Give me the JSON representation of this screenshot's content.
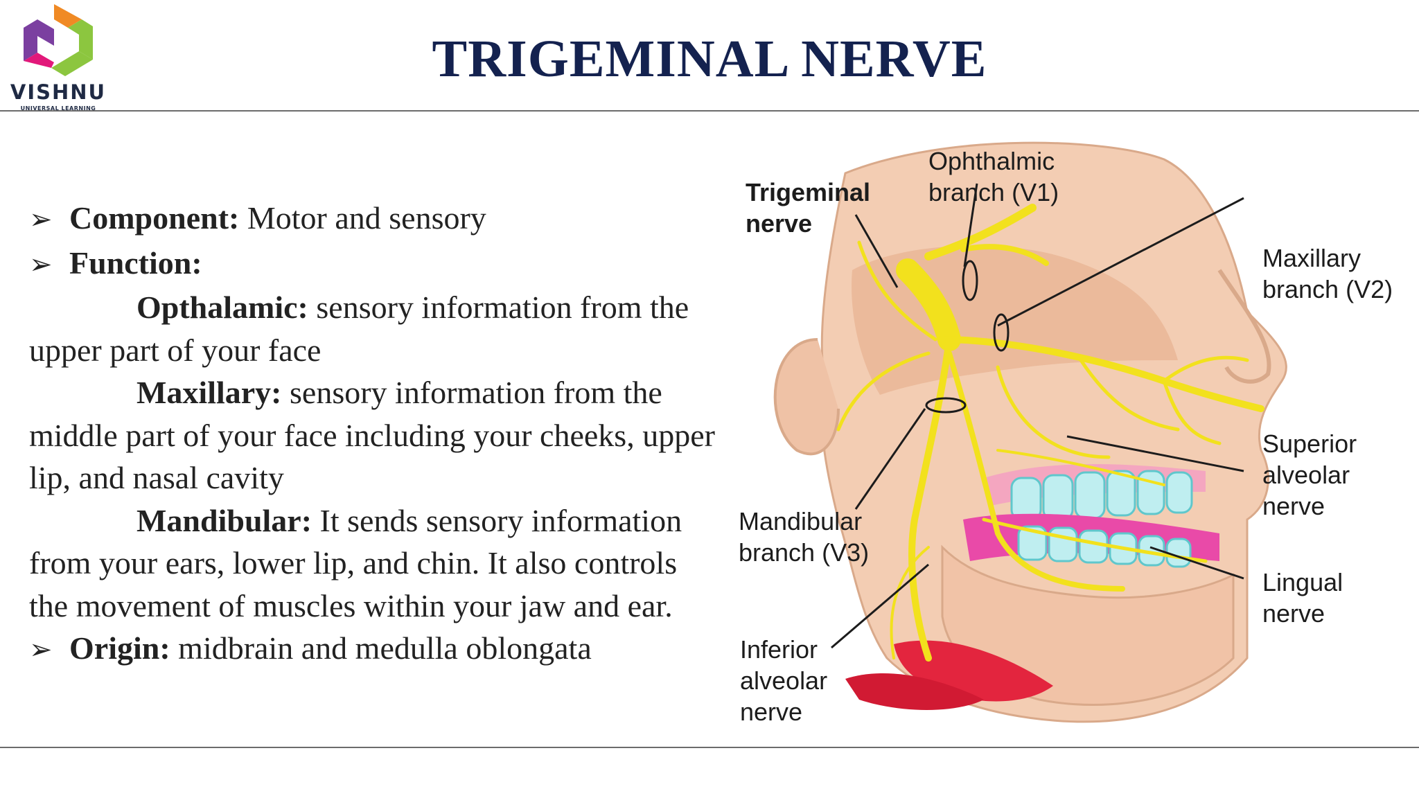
{
  "logo": {
    "name": "VISHNU",
    "tagline": "UNIVERSAL LEARNING"
  },
  "title": "TRIGEMINAL NERVE",
  "content": {
    "component_label": "Component:",
    "component_text": " Motor and sensory",
    "function_label": "Function:",
    "opthalamic_label": "Opthalamic:",
    "opthalamic_text": " sensory information from the upper part of your face",
    "maxillary_label": "Maxillary:",
    "maxillary_text": " sensory information from the middle part of your face including your cheeks, upper lip, and nasal cavity",
    "mandibular_label": "Mandibular:",
    "mandibular_text": " It sends sensory information from your ears, lower lip, and chin. It also controls the movement of muscles within your jaw and ear.",
    "origin_label": "Origin:",
    "origin_text": " midbrain and medulla oblongata"
  },
  "figure": {
    "trigeminal": "Trigeminal\nnerve",
    "ophthalmic": "Ophthalmic\nbranch (V1)",
    "maxillary": "Maxillary\nbranch (V2)",
    "superior_alveolar": "Superior\nalveolar\nnerve",
    "mandibular": "Mandibular\nbranch (V3)",
    "lingual": "Lingual\nnerve",
    "inferior_alveolar": "Inferior\nalveolar\nnerve"
  }
}
